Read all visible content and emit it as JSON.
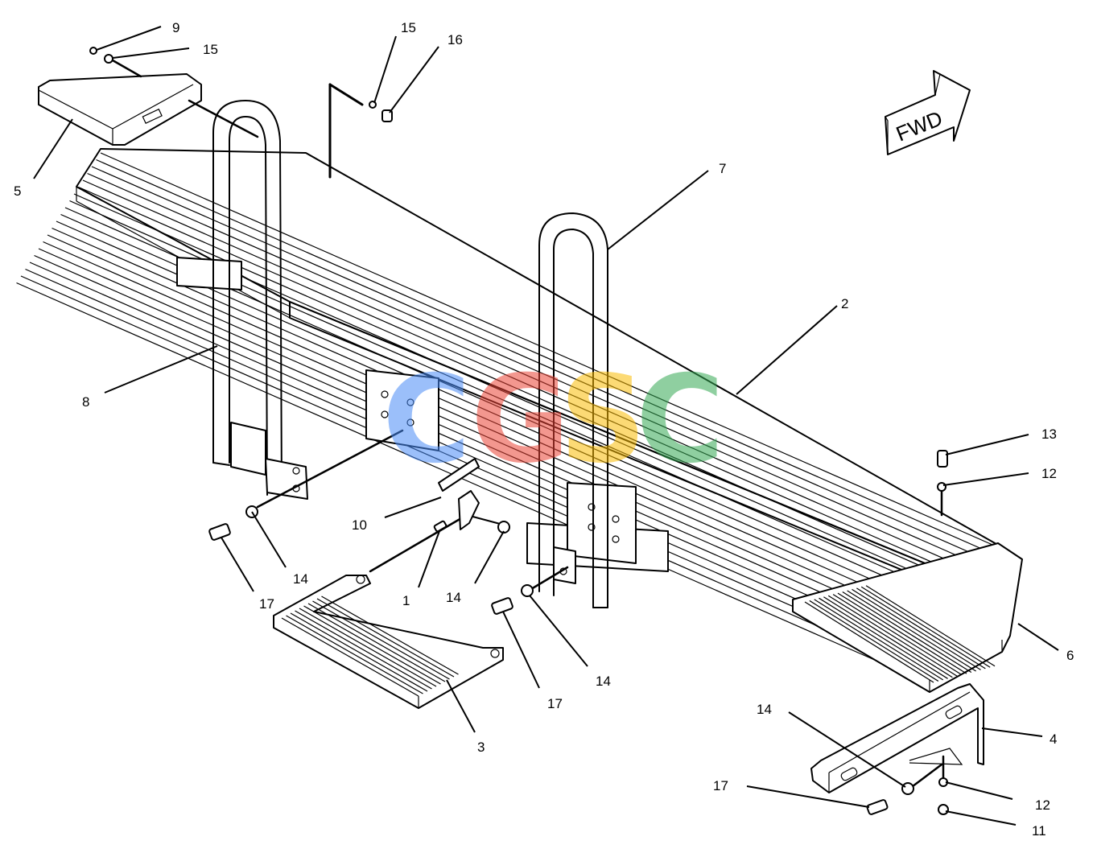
{
  "direction_label": "FWD",
  "watermark": {
    "letters": [
      "C",
      "G",
      "S",
      "C"
    ],
    "colors": [
      "#4a8cf7",
      "#ea4335",
      "#fbbc05",
      "#34a853"
    ]
  },
  "callouts": [
    {
      "id": "c9",
      "label": "9"
    },
    {
      "id": "c15a",
      "label": "15"
    },
    {
      "id": "c15b",
      "label": "15"
    },
    {
      "id": "c16",
      "label": "16"
    },
    {
      "id": "c5",
      "label": "5"
    },
    {
      "id": "c7",
      "label": "7"
    },
    {
      "id": "c2",
      "label": "2"
    },
    {
      "id": "c8",
      "label": "8"
    },
    {
      "id": "c13",
      "label": "13"
    },
    {
      "id": "c12a",
      "label": "12"
    },
    {
      "id": "c10",
      "label": "10"
    },
    {
      "id": "c14a",
      "label": "14"
    },
    {
      "id": "c17a",
      "label": "17"
    },
    {
      "id": "c1",
      "label": "1"
    },
    {
      "id": "c14b",
      "label": "14"
    },
    {
      "id": "c6",
      "label": "6"
    },
    {
      "id": "c14c",
      "label": "14"
    },
    {
      "id": "c17b",
      "label": "17"
    },
    {
      "id": "c3",
      "label": "3"
    },
    {
      "id": "c14d",
      "label": "14"
    },
    {
      "id": "c4",
      "label": "4"
    },
    {
      "id": "c17c",
      "label": "17"
    },
    {
      "id": "c12b",
      "label": "12"
    },
    {
      "id": "c11",
      "label": "11"
    }
  ]
}
